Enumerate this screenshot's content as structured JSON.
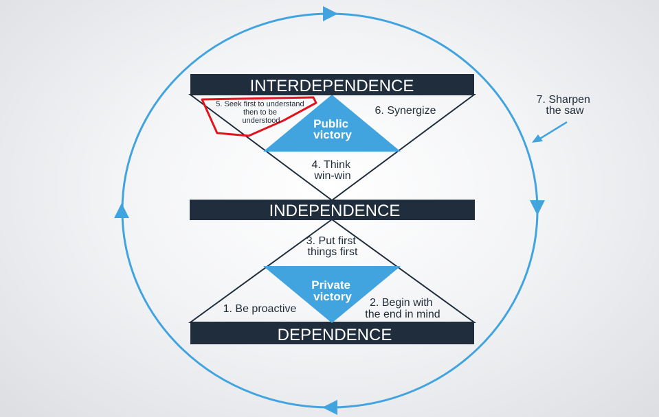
{
  "levels": {
    "interdependence": "INTERDEPENDENCE",
    "independence": "INDEPENDENCE",
    "dependence": "DEPENDENCE"
  },
  "victories": {
    "public_line1": "Public",
    "public_line2": "victory",
    "private_line1": "Private",
    "private_line2": "victory"
  },
  "habits": {
    "h1": "1. Be proactive",
    "h2_line1": "2. Begin with",
    "h2_line2": "the end in mind",
    "h3_line1": "3. Put first",
    "h3_line2": "things first",
    "h4_line1": "4. Think",
    "h4_line2": "win-win",
    "h5_line1": "5. Seek first to understand",
    "h5_line2": "then to be",
    "h5_line3": "understood",
    "h6": "6. Synergize",
    "h7_line1": "7. Sharpen",
    "h7_line2": "the saw"
  },
  "colors": {
    "bar": "#1f2d3d",
    "accent_blue": "#41a4df",
    "highlight_red": "#e0141e",
    "text_dark": "#1f2a36"
  }
}
